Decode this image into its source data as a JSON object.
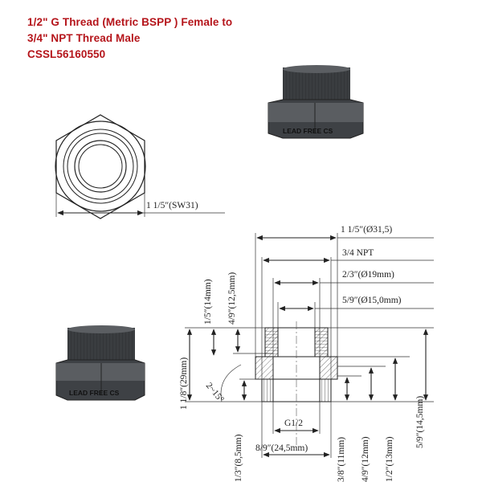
{
  "header": {
    "line1": "1/2\" G Thread (Metric BSPP ) Female to",
    "line2": "3/4\" NPT Thread Male",
    "part_number": "CSSL56160550"
  },
  "stamp": "LEAD FREE CS",
  "dimensions": {
    "hex_width": "1 1/5″(SW31)",
    "overall_width": "1 1/5″(Ø31,5)",
    "npt_thread": "3/4 NPT",
    "bore_19": "2/3″(Ø19mm)",
    "bore_15": "5/9″(Ø15,0mm)",
    "female_depth": "1/5″(14mm)",
    "depth_12_5": "4/9″(12,5mm)",
    "total_length": "1 1/8″(29mm)",
    "chamfer": "2~15°",
    "g_thread": "G1/2",
    "width_24_5": "8/9″(24,5mm)",
    "len_8_5": "1/3″(8,5mm)",
    "len_11": "3/8″(11mm)",
    "len_12": "4/9″(12mm)",
    "len_13": "1/2″(13mm)",
    "len_14_5": "5/9″(14,5mm)"
  },
  "colors": {
    "title": "#b5151b",
    "fitting_body": "#3a3d40",
    "line": "#222222"
  }
}
